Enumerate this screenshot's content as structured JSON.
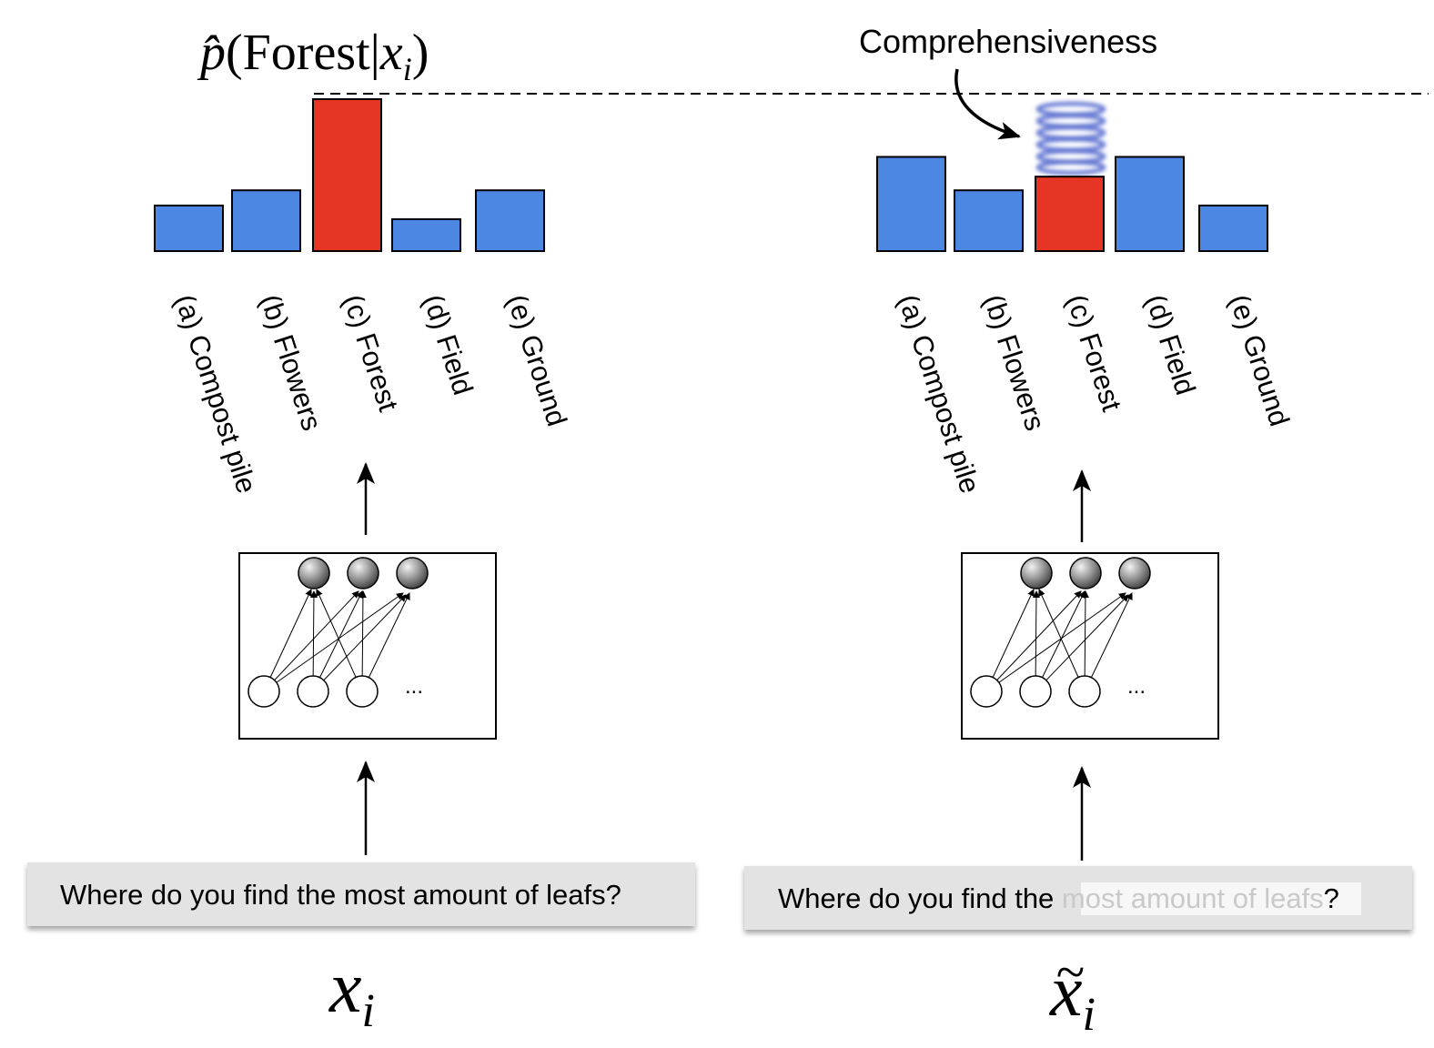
{
  "left_panel": {
    "formula_p": "p̂",
    "formula_paren_open": "(",
    "formula_word": "Forest",
    "formula_bar": "|",
    "formula_var": "x",
    "formula_sub": "i",
    "formula_paren_close": ")",
    "sentence": "Where do you find the most amount of leafs?",
    "input_var": "x",
    "input_sub": "i",
    "ellipsis": "...",
    "bar_heights": [
      0.3,
      0.4,
      1.0,
      0.21,
      0.4
    ]
  },
  "right_panel": {
    "annotation": "Comprehensiveness",
    "sentence_prefix": "Where do you find the ",
    "sentence_masked": "most amount of leafs",
    "sentence_suffix": "?",
    "input_var": "x",
    "input_tilde": "~",
    "input_sub": "i",
    "ellipsis": "...",
    "bar_heights": [
      0.62,
      0.4,
      0.49,
      0.62,
      0.3
    ]
  },
  "categories": [
    "(a) Compost pile",
    "(b) Flowers",
    "(c) Forest",
    "(d) Field",
    "(e) Ground"
  ],
  "highlight_index": 2,
  "colors": {
    "bar_blue": "#4d87e4",
    "bar_red": "#e63525",
    "spring": "#5b6ed0",
    "sentence_box": "#e3e3e3",
    "masked_text": "#c9c9c9"
  }
}
